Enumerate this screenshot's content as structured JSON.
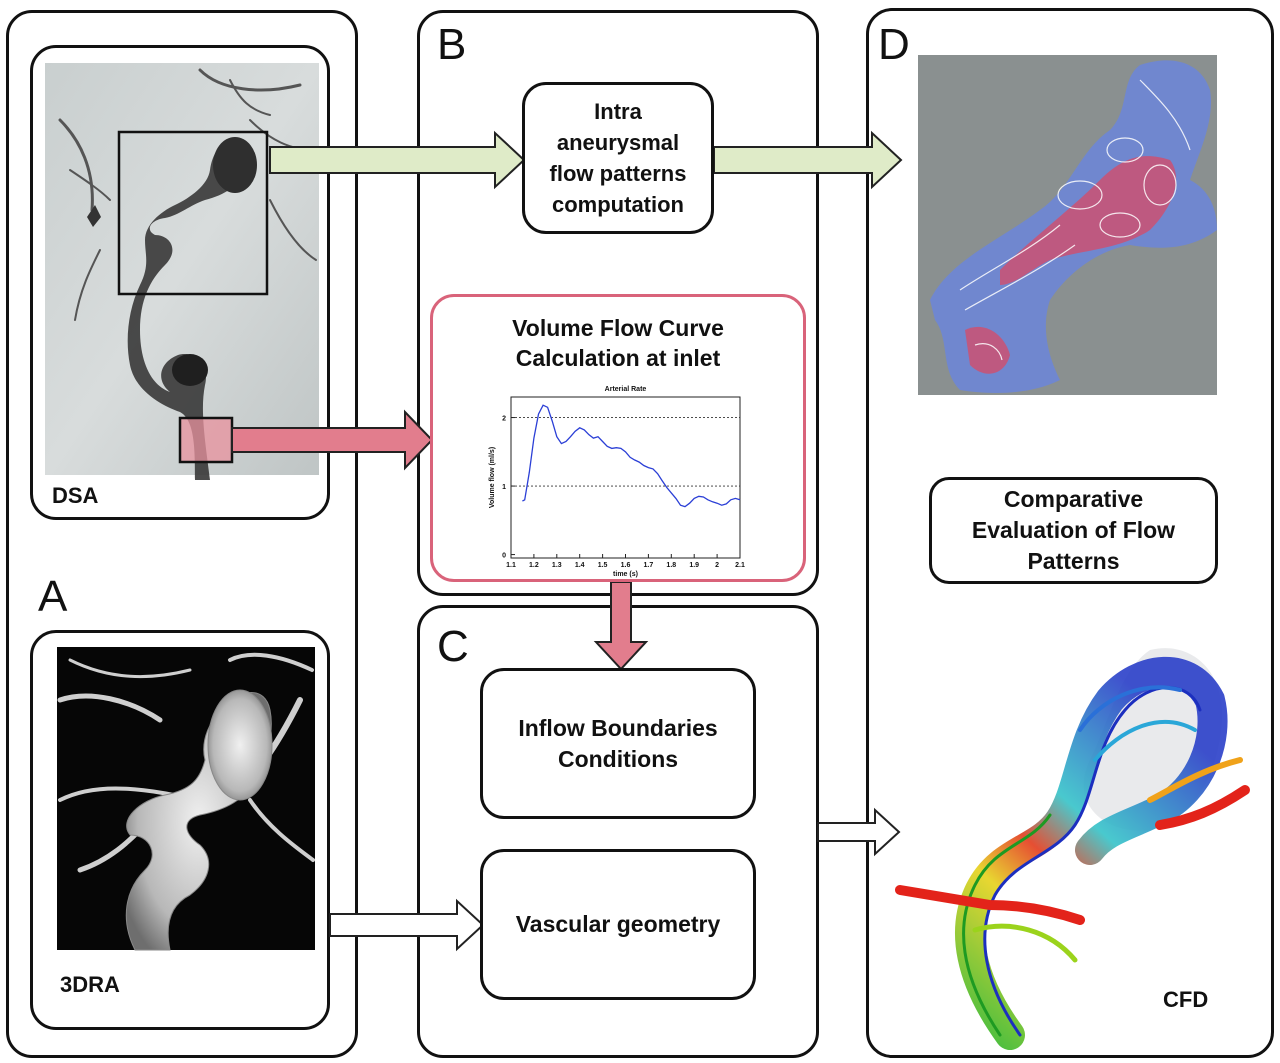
{
  "panels": {
    "a": {
      "letter": "A"
    },
    "b": {
      "letter": "B"
    },
    "c": {
      "letter": "C"
    },
    "d": {
      "letter": "D"
    }
  },
  "images": {
    "dsa": {
      "caption": "DSA"
    },
    "rra": {
      "caption": "3DRA"
    },
    "cfd": {
      "caption": "CFD"
    }
  },
  "boxes": {
    "flow_patterns": "Intra\naneurysmal\nflow patterns\ncomputation",
    "volume_flow": "Volume Flow Curve\nCalculation at inlet",
    "inflow": "Inflow Boundaries\nConditions",
    "geometry": "Vascular geometry",
    "comparative": "Comparative\nEvaluation of Flow\nPatterns"
  },
  "chart_data": {
    "type": "line",
    "title": "Arterial Rate",
    "xlabel": "time (s)",
    "ylabel": "Volume flow (ml/s)",
    "xlim": [
      1.1,
      2.1
    ],
    "ylim": [
      -0.05,
      2.3
    ],
    "xticks": [
      "1.1",
      "1.2",
      "1.3",
      "1.4",
      "1.5",
      "1.6",
      "1.7",
      "1.8",
      "1.9",
      "2",
      "2.1"
    ],
    "yticks": [
      "0",
      "1",
      "2"
    ],
    "grid": "dotted horizontal at 1 and 2",
    "series": [
      {
        "color": "#2b3fd6",
        "x": [
          1.15,
          1.16,
          1.18,
          1.2,
          1.22,
          1.24,
          1.26,
          1.28,
          1.3,
          1.32,
          1.34,
          1.36,
          1.38,
          1.4,
          1.42,
          1.44,
          1.46,
          1.48,
          1.5,
          1.52,
          1.54,
          1.56,
          1.58,
          1.6,
          1.62,
          1.64,
          1.66,
          1.68,
          1.7,
          1.72,
          1.74,
          1.76,
          1.78,
          1.8,
          1.82,
          1.84,
          1.86,
          1.88,
          1.9,
          1.92,
          1.94,
          1.96,
          1.98,
          2.0,
          2.02,
          2.04,
          2.06,
          2.08,
          2.1
        ],
        "y": [
          0.78,
          0.8,
          1.2,
          1.7,
          2.05,
          2.18,
          2.15,
          1.95,
          1.72,
          1.62,
          1.65,
          1.72,
          1.8,
          1.85,
          1.82,
          1.75,
          1.7,
          1.72,
          1.65,
          1.58,
          1.55,
          1.56,
          1.55,
          1.5,
          1.42,
          1.38,
          1.35,
          1.3,
          1.27,
          1.25,
          1.18,
          1.08,
          0.98,
          0.9,
          0.82,
          0.72,
          0.7,
          0.75,
          0.82,
          0.85,
          0.84,
          0.8,
          0.77,
          0.75,
          0.72,
          0.74,
          0.8,
          0.82,
          0.8
        ]
      }
    ]
  },
  "colors": {
    "green_arrow": "#dfebc8",
    "pink_arrow": "#e27d8d",
    "pink_border": "#d9637a",
    "dark_arrow_border": "#222222"
  }
}
